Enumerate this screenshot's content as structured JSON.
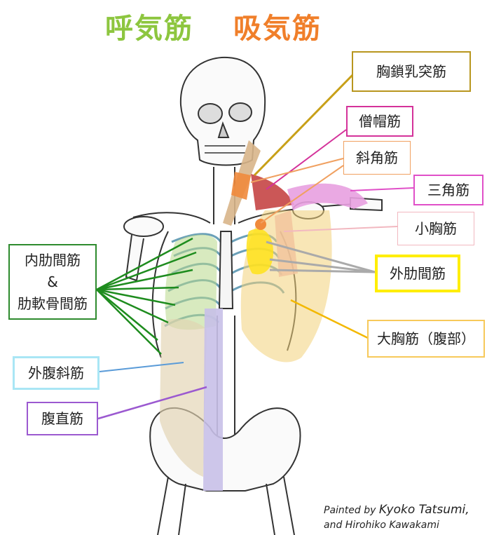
{
  "title": {
    "expiratory": "呼気筋",
    "inspiratory": "吸気筋"
  },
  "labels": {
    "sternocleidomastoid": "胸鎖乳突筋",
    "trapezius": "僧帽筋",
    "scalene": "斜角筋",
    "deltoid": "三角筋",
    "pectoralis_minor": "小胸筋",
    "external_intercostal": "外肋間筋",
    "pectoralis_major_abdominal": "大胸筋（腹部）",
    "internal_intercostal_line1": "内肋間筋",
    "internal_intercostal_line2": "&",
    "internal_intercostal_line3": "肋軟骨間筋",
    "external_oblique": "外腹斜筋",
    "rectus_abdominis": "腹直筋"
  },
  "credit": {
    "prefix1": "Painted by",
    "name1": "Kyoko Tatsumi,",
    "line2": "and Hirohiko Kawakami"
  },
  "colors": {
    "expiratory_title": "#8dc63f",
    "inspiratory_title": "#f07f2a",
    "sternocleidomastoid_box": "#b8961e",
    "trapezius_box": "#d4329a",
    "scalene_box": "#f0a060",
    "deltoid_box": "#e050c8",
    "pectoralis_minor_box": "#f2b8c0",
    "external_intercostal_box": "#ffee00",
    "pectoralis_major_box": "#f7c95a",
    "internal_intercostal_box": "#2e8b2e",
    "external_oblique_box": "#a9e6f5",
    "rectus_abdominis_box": "#9b59d0"
  }
}
